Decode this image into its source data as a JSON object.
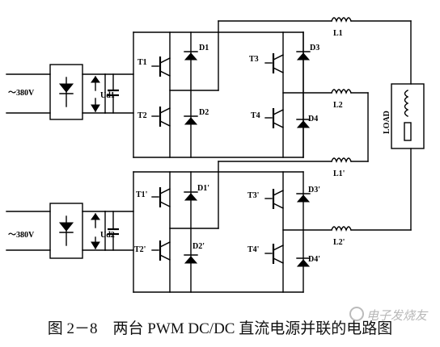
{
  "caption": "图 2－8　两台 PWM DC/DC 直流电源并联的电路图",
  "units": [
    {
      "ac_label": "～380V",
      "rectifier_label": "Ud1",
      "switches": [
        "T1",
        "T2",
        "T3",
        "T4"
      ],
      "diodes": [
        "D1",
        "D2",
        "D3",
        "D4"
      ],
      "inductors": [
        "L1",
        "L2"
      ]
    },
    {
      "ac_label": "～380V",
      "rectifier_label": "Ud2",
      "switches": [
        "T1'",
        "T2'",
        "T3'",
        "T4'"
      ],
      "diodes": [
        "D1'",
        "D2'",
        "D3'",
        "D4'"
      ],
      "inductors": [
        "L1'",
        "L2'"
      ]
    }
  ],
  "load_label": "LOAD",
  "watermark": "电子发烧友"
}
